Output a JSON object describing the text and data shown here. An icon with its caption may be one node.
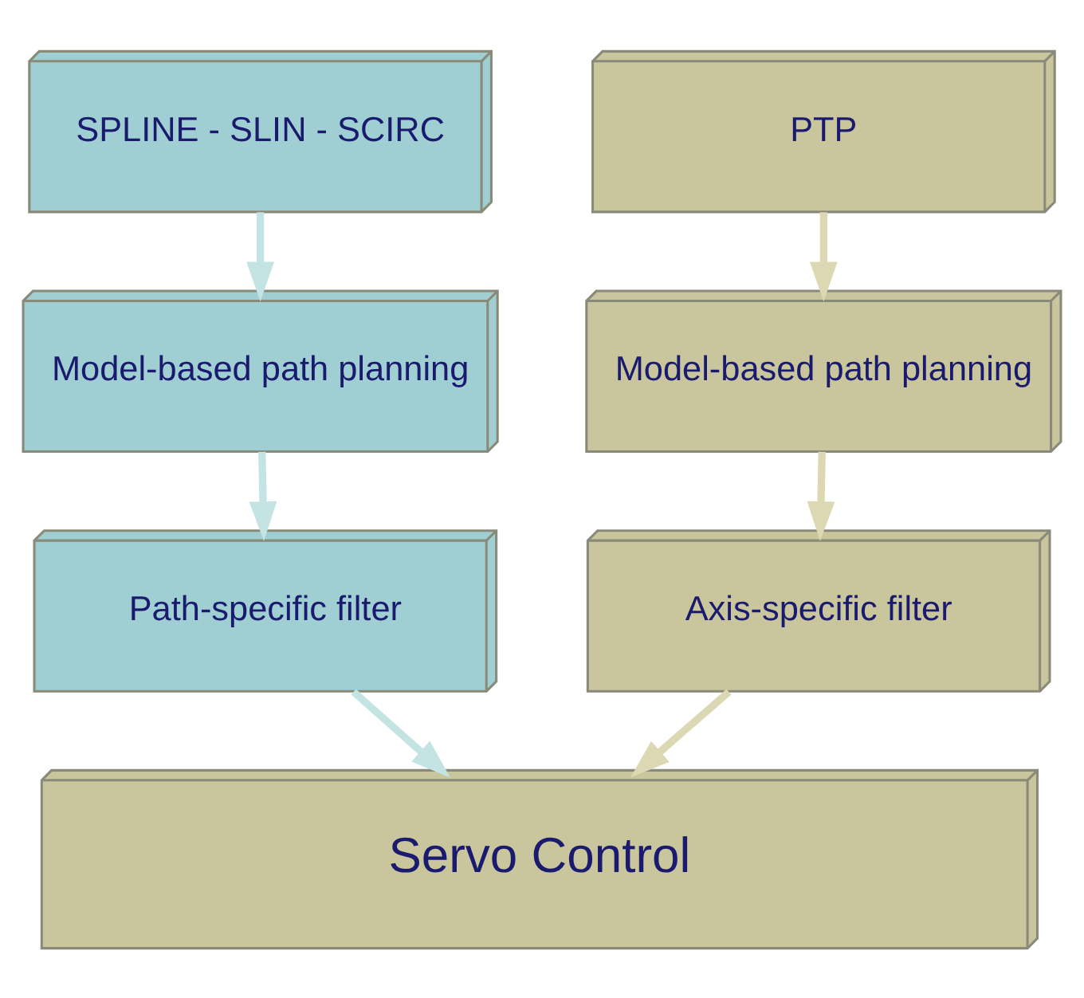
{
  "diagram": {
    "nodes": [
      {
        "text": [
          "SPLINE - SLIN - SCIRC"
        ]
      },
      {
        "text": [
          "PTP"
        ]
      },
      {
        "text": [
          "Model-based path planning"
        ]
      },
      {
        "text": [
          "Model-based path planning"
        ]
      },
      {
        "text": [
          "Path-specific filter"
        ]
      },
      {
        "text": [
          "Axis-specific filter"
        ]
      },
      {
        "text": [
          "Servo Control"
        ]
      }
    ],
    "edges": [
      {
        "from": 0,
        "to": 2,
        "arrow": "to",
        "color": "#c4e4e4"
      },
      {
        "from": 1,
        "to": 3,
        "arrow": "to",
        "color": "#dcd8b4"
      },
      {
        "from": 2,
        "to": 4,
        "arrow": "to",
        "color": "#c4e4e4"
      },
      {
        "from": 3,
        "to": 5,
        "arrow": "to",
        "color": "#dcd8b4"
      },
      {
        "from": 4,
        "to": 6,
        "arrow": "to",
        "color": "#c4e4e4"
      },
      {
        "from": 5,
        "to": 6,
        "arrow": "to",
        "color": "#dcd8b4"
      }
    ]
  }
}
